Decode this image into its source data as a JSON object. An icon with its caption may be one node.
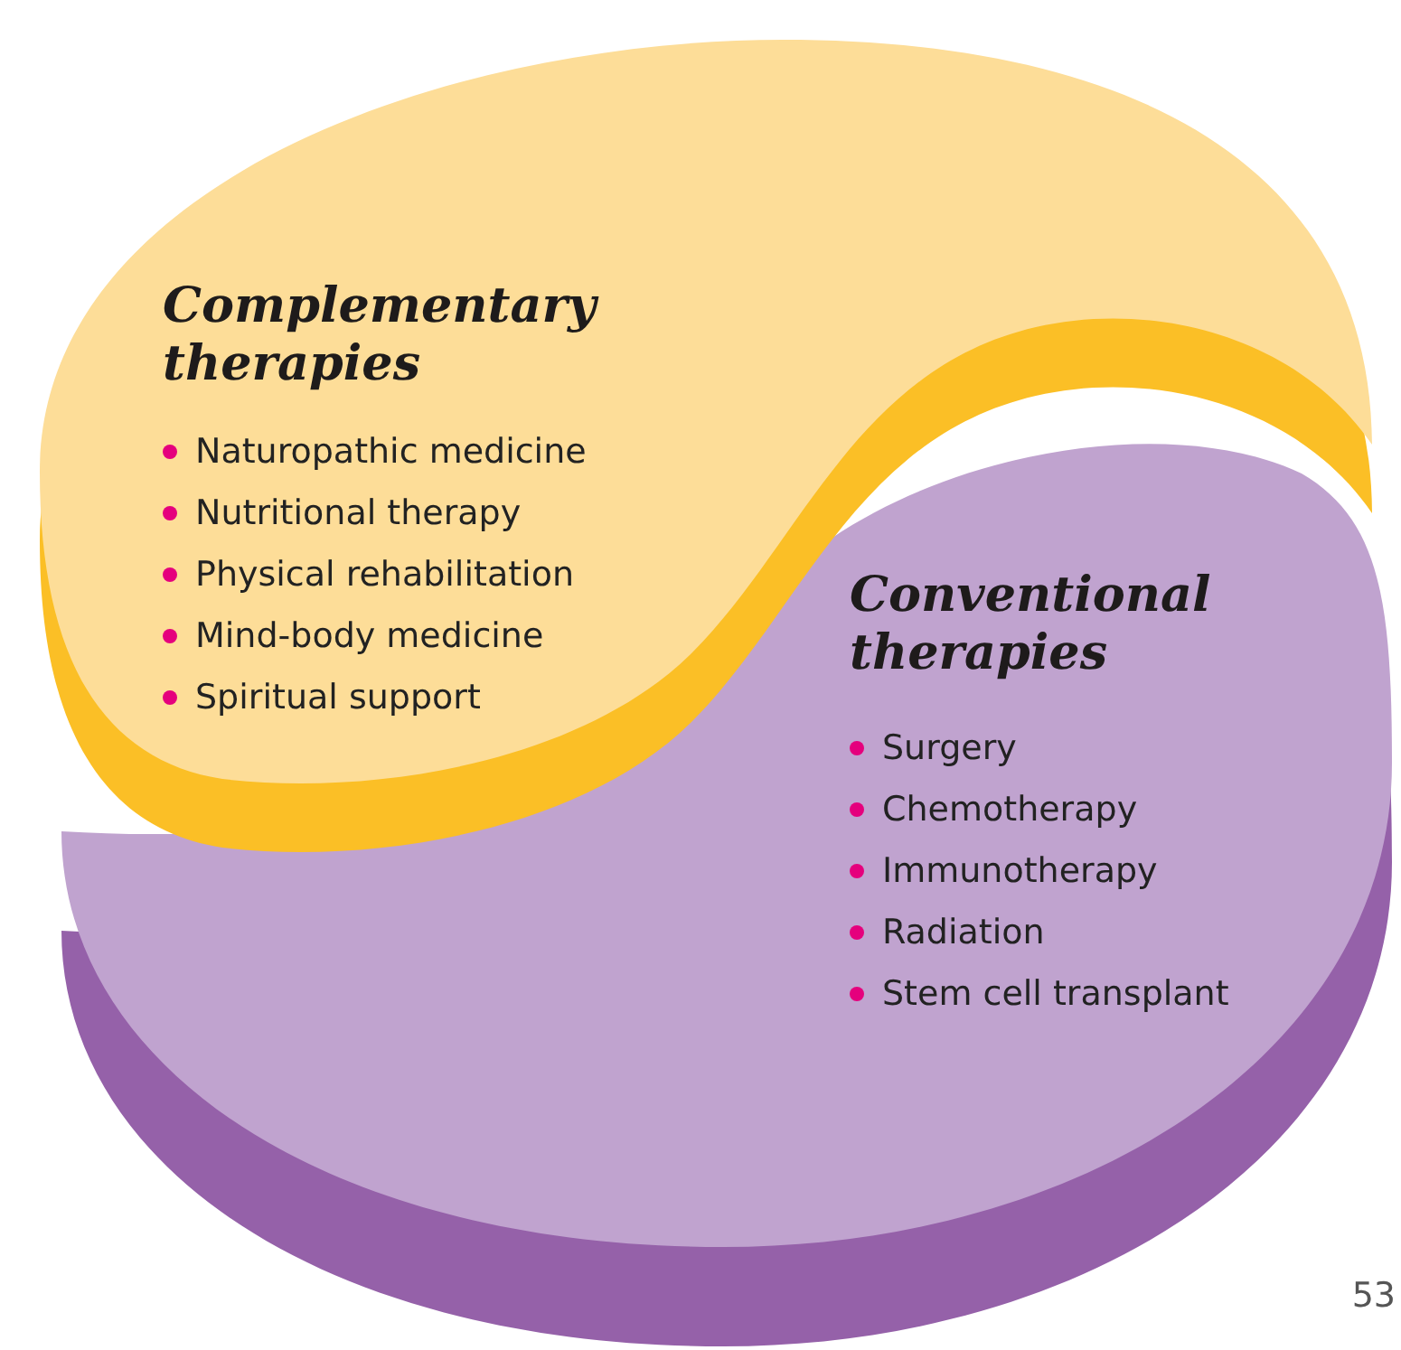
{
  "diagram": {
    "nodes": [
      {
        "text": [
          "Complementary therapies",
          "Naturopathic medicine",
          "Nutritional therapy",
          "Physical rehabilitation",
          "Mind-body medicine",
          "Spiritual support"
        ]
      },
      {
        "text": [
          "Conventional therapies",
          "Surgery",
          "Chemotherapy",
          "Immunotherapy",
          "Radiation",
          "Stem cell transplant"
        ]
      }
    ],
    "labels": [
      "53"
    ]
  }
}
